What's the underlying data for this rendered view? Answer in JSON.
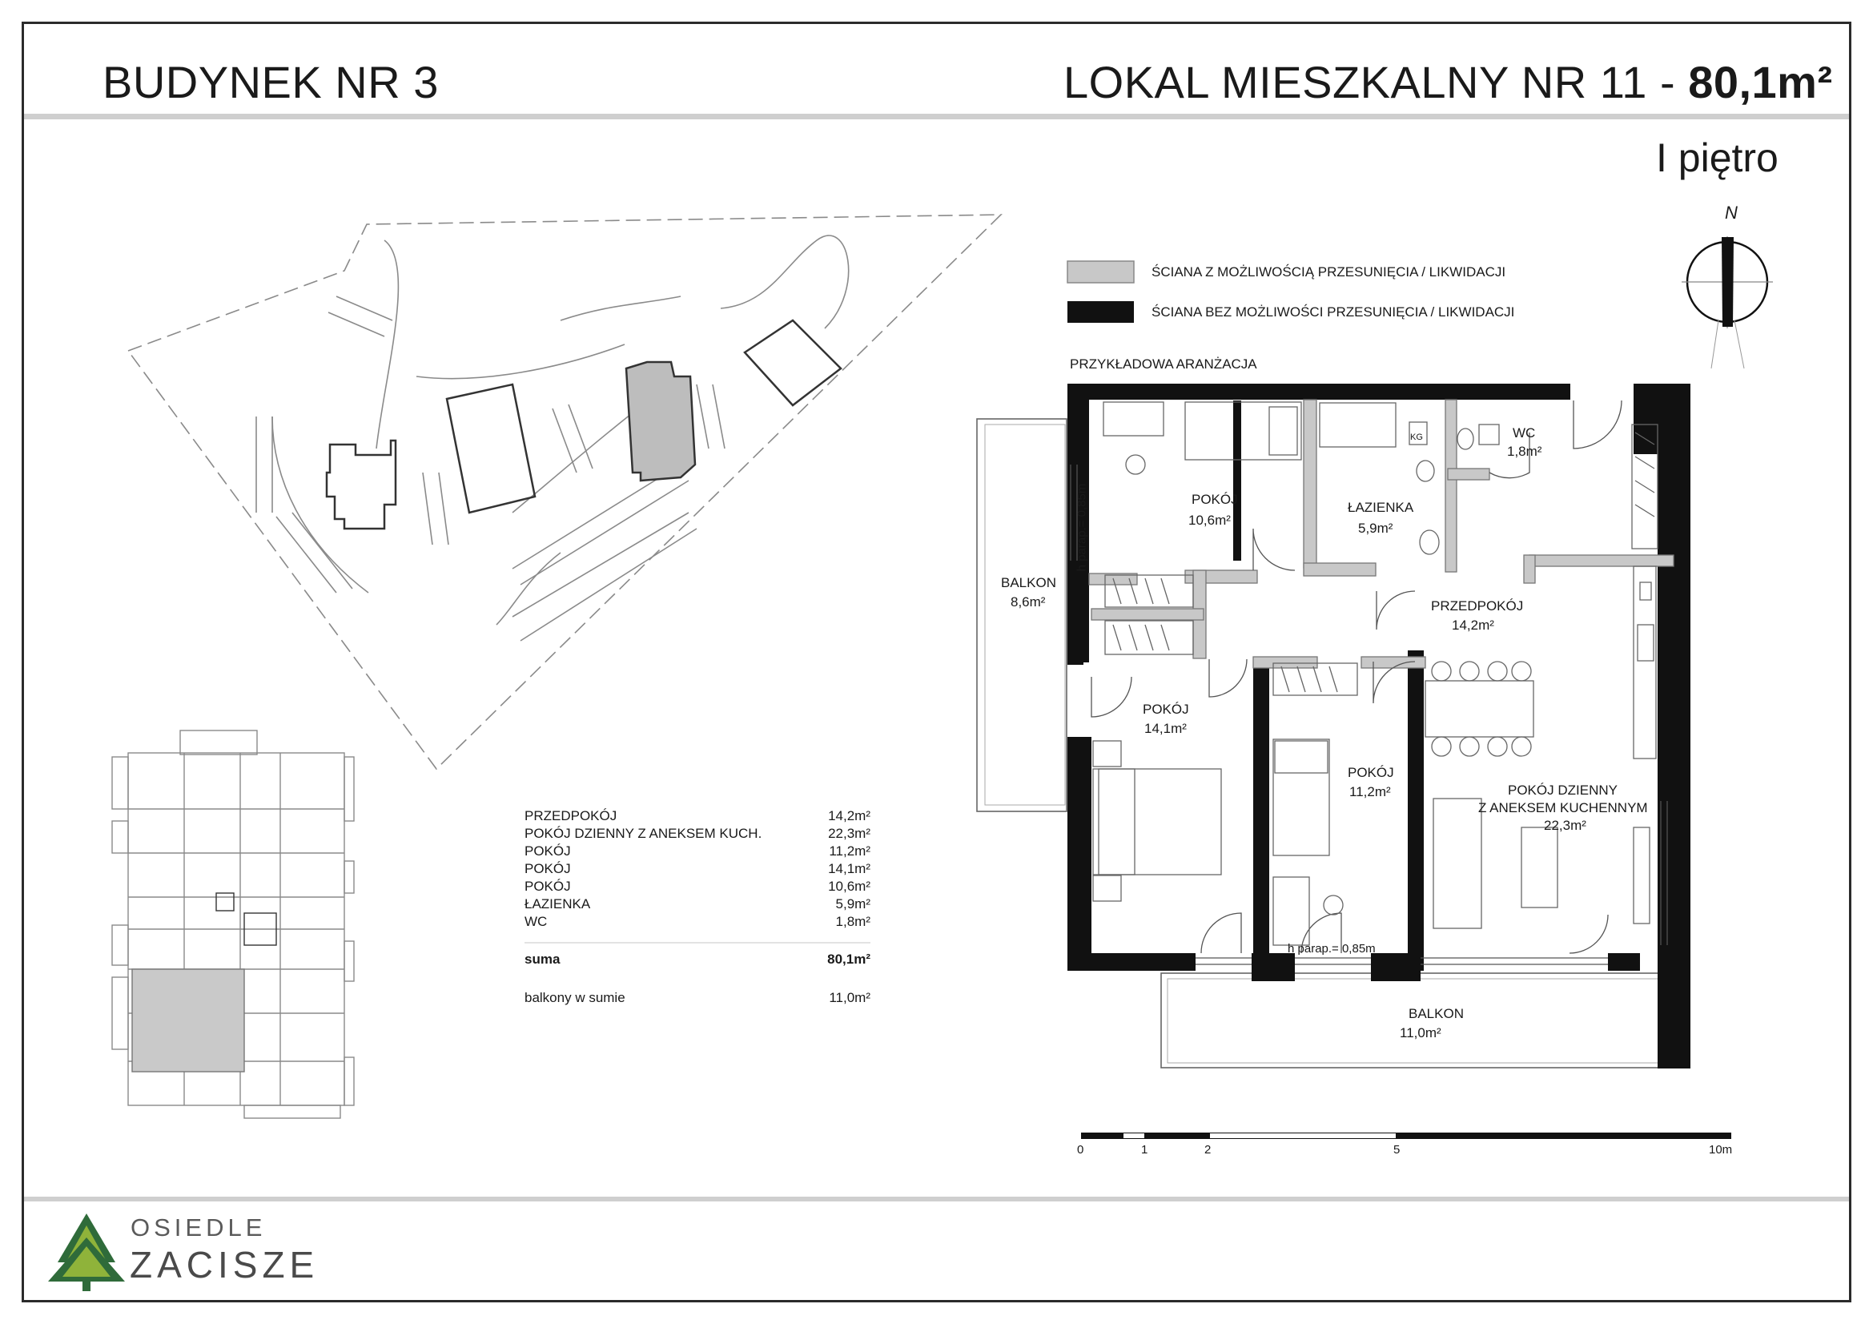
{
  "header": {
    "building": "BUDYNEK NR 3",
    "unit_prefix": "LOKAL MIESZKALNY NR 11 - ",
    "unit_area": "80,1m²"
  },
  "floor_label": "I piętro",
  "north_label": "N",
  "legend": {
    "movable_wall": "ŚCIANA Z MOŻLIWOŚCIĄ PRZESUNIĘCIA / LIKWIDACJI",
    "fixed_wall": "ŚCIANA BEZ MOŻLIWOŚCI PRZESUNIĘCIA / LIKWIDACJI",
    "movable_color": "#c8c8c8",
    "fixed_color": "#111111"
  },
  "plan_caption": "PRZYKŁADOWA ARANŻACJA",
  "rooms": {
    "pokoj_a": {
      "name": "POKÓJ",
      "area": "10,6m²"
    },
    "lazienka": {
      "name": "ŁAZIENKA",
      "area": "5,9m²"
    },
    "wc": {
      "name": "WC",
      "area": "1,8m²"
    },
    "balkon_left": {
      "name": "BALKON",
      "area": "8,6m²"
    },
    "przedpokoj": {
      "name": "PRZEDPOKÓJ",
      "area": "14,2m²"
    },
    "pokoj_b": {
      "name": "POKÓJ",
      "area": "14,1m²"
    },
    "pokoj_c": {
      "name": "POKÓJ",
      "area": "11,2m²"
    },
    "dzienny": {
      "name1": "POKÓJ DZIENNY",
      "name2": "Z ANEKSEM KUCHENNYM",
      "area": "22,3m²"
    },
    "balkon_bottom": {
      "name": "BALKON",
      "area": "11,0m²"
    },
    "kg": "KG",
    "parap_vertical": "h parap.= 0,85m",
    "parap_horizontal": "h parap.= 0,85m"
  },
  "area_table": {
    "rows": [
      {
        "label": "PRZEDPOKÓJ",
        "value": "14,2m²"
      },
      {
        "label": "POKÓJ DZIENNY Z ANEKSEM KUCH.",
        "value": "22,3m²"
      },
      {
        "label": "POKÓJ",
        "value": "11,2m²"
      },
      {
        "label": "POKÓJ",
        "value": "14,1m²"
      },
      {
        "label": "POKÓJ",
        "value": "10,6m²"
      },
      {
        "label": "ŁAZIENKA",
        "value": "5,9m²"
      },
      {
        "label": "WC",
        "value": "1,8m²"
      }
    ],
    "sum_label": "suma",
    "sum_value": "80,1m²",
    "balconies_label": "balkony w sumie",
    "balconies_value": "11,0m²"
  },
  "scale_bar": {
    "ticks": [
      "0",
      "1",
      "2",
      "5",
      "10m"
    ]
  },
  "logo": {
    "line1": "OSIEDLE",
    "line2": "ZACISZE",
    "tree_color": "#2f6b3a",
    "accent_color": "#8fb33a"
  }
}
